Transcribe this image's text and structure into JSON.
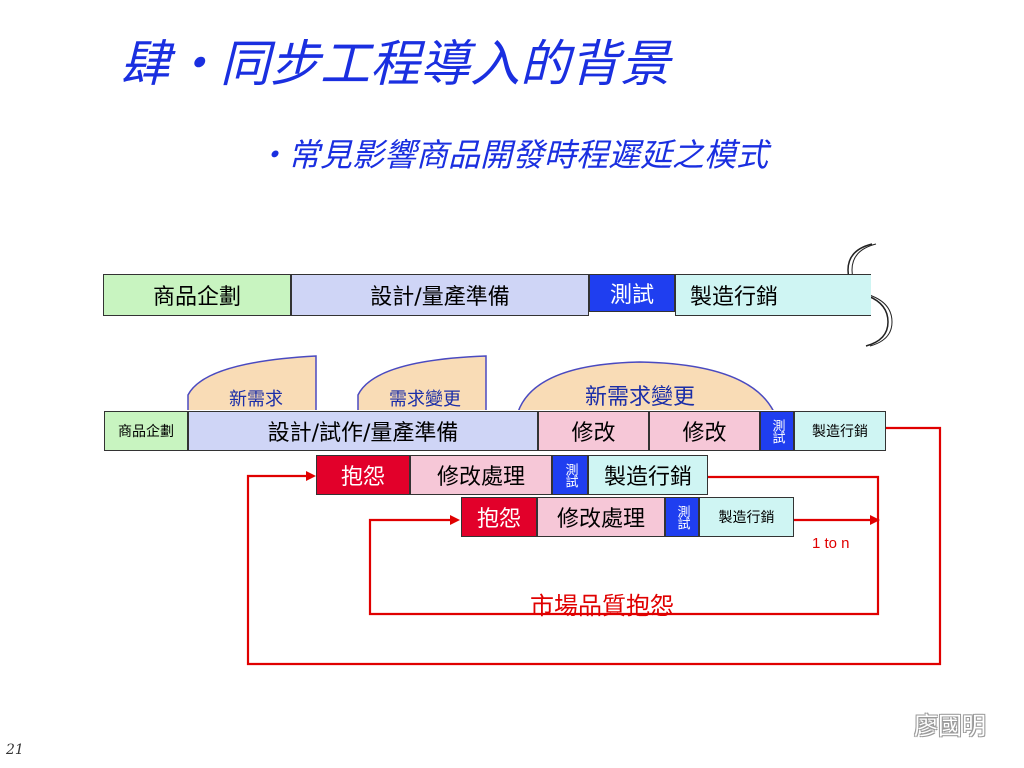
{
  "title": "肆‧同步工程導入的背景",
  "subtitle": "‧常見影響商品開發時程遲延之模式",
  "row1": {
    "planning": "商品企劃",
    "design": "設計/量產準備",
    "test": "測試",
    "manufacturing": "製造行銷"
  },
  "tabs": {
    "new_requirement": "新需求",
    "requirement_change": "需求變更",
    "new_requirement_change": "新需求變更"
  },
  "row2": {
    "planning": "商品企劃",
    "design": "設計/試作/量產準備",
    "modify_1": "修改",
    "modify_2": "修改",
    "test": "測試",
    "manufacturing": "製造行銷"
  },
  "row3": {
    "complaint": "抱怨",
    "modify_processing": "修改處理",
    "test": "測試",
    "manufacturing": "製造行銷"
  },
  "row4": {
    "complaint": "抱怨",
    "modify_processing": "修改處理",
    "test": "測試",
    "manufacturing": "製造行銷"
  },
  "notes": {
    "one_to_n": "1 to n",
    "market_quality_complaint": "市場品質抱怨"
  },
  "author": "廖國明",
  "page_number": "21",
  "colors": {
    "title": "#1a2fe0",
    "planning": "#c8f4c0",
    "design": "#cfd5f6",
    "test": "#1f3ef0",
    "manufacturing": "#cff5f3",
    "modify": "#f6c7d7",
    "complaint": "#e2002a",
    "tab": "#f9dcb6",
    "loop_line": "#e00000"
  }
}
